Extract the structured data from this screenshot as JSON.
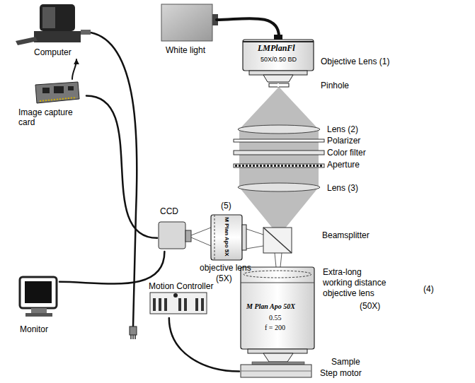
{
  "diagram": {
    "nodes": [
      {
        "text": [
          "White light"
        ]
      },
      {
        "text": [
          "LMPlanFl",
          "50X/0.50 BD"
        ]
      },
      {
        "text": [
          "Computer"
        ]
      },
      {
        "text": [
          "Image capture card"
        ]
      },
      {
        "text": [
          "CCD"
        ]
      },
      {
        "text": [
          "M Plan Apo 5X"
        ]
      },
      {
        "text": [
          "Monitor"
        ]
      },
      {
        "text": [
          "Motion Controller"
        ]
      },
      {
        "text": [
          "M Plan Apo 50X",
          "0.55",
          "f = 200"
        ]
      },
      {
        "text": [
          "Sample",
          "Step motor"
        ]
      }
    ],
    "edges": [
      {
        "from": 0,
        "to": 1,
        "arrow": "none"
      },
      {
        "from": 3,
        "to": 2,
        "arrow": "to"
      },
      {
        "from": 3,
        "to": 4,
        "arrow": "none"
      },
      {
        "from": 4,
        "to": 6,
        "arrow": "none"
      },
      {
        "from": 7,
        "to": 9,
        "arrow": "none"
      }
    ],
    "labels": [
      "Objective Lens (1)",
      "Pinhole",
      "Lens (2)",
      "Polarizer",
      "Color filter",
      "Aperture",
      "Lens (3)",
      "Beamsplitter",
      "(5)",
      "objective lens",
      "(5X)",
      "Extra-long working distance objective lens",
      "(4)",
      "(50X)"
    ]
  }
}
